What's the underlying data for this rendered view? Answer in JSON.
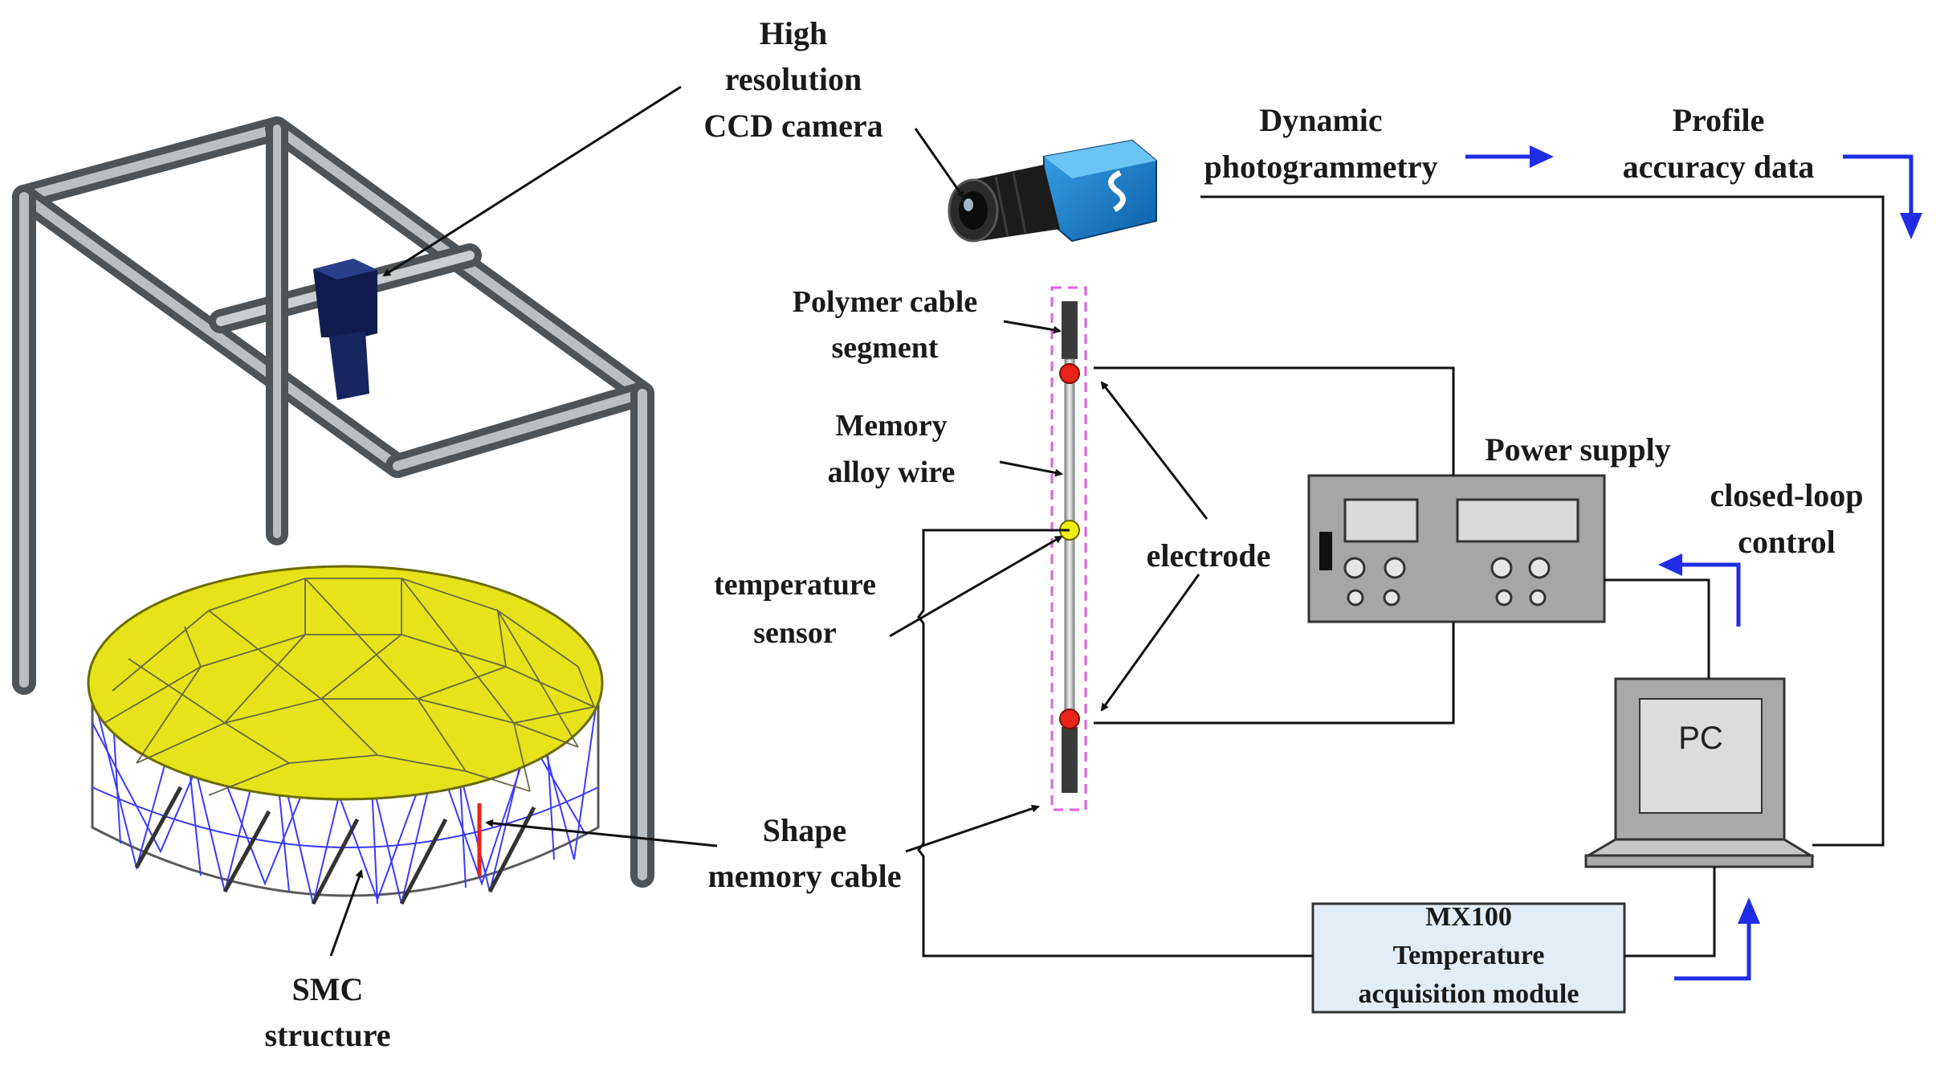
{
  "labels": {
    "camera": [
      "High",
      "resolution",
      "CCD camera"
    ],
    "photogrammetry": [
      "Dynamic",
      "photogrammetry"
    ],
    "profile": [
      "Profile",
      "accuracy data"
    ],
    "polymer": [
      "Polymer cable",
      "segment"
    ],
    "memory_wire": [
      "Memory",
      "alloy wire"
    ],
    "temperature_sensor": [
      "temperature",
      "sensor"
    ],
    "electrode": "electrode",
    "power_supply": "Power supply",
    "closed_loop": [
      "closed-loop",
      "control"
    ],
    "shape_memory_cable": [
      "Shape",
      "memory cable"
    ],
    "smc_structure": [
      "SMC",
      "structure"
    ],
    "pc": "PC",
    "mx100": [
      "MX100",
      "Temperature",
      "acquisition module"
    ]
  },
  "colors": {
    "arrow_blue": "#1f2ee6",
    "mesh_yellow": "#e6e31a",
    "mesh_blue": "#3b3bff",
    "electrode_red": "#e8231a",
    "sensor_yellow": "#f2ee12",
    "dashed_magenta": "#e25ce8",
    "frame_gray": "#9aa0a4",
    "mx_fill": "#e3edf7"
  }
}
